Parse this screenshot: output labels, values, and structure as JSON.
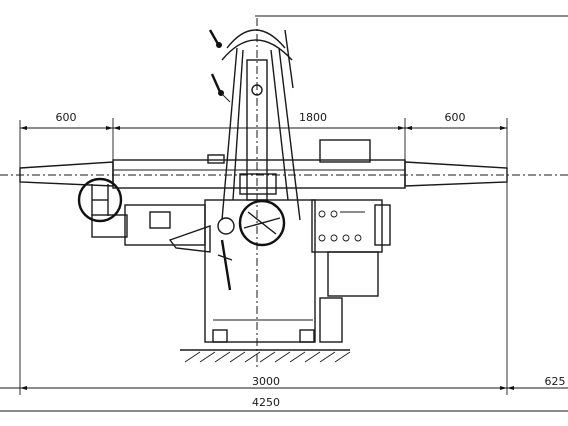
{
  "drawing": {
    "dimensions": {
      "left_extension": "600",
      "table_travel": "1800",
      "right_extension": "600",
      "base_length": "3000",
      "right_overhang": "625",
      "overall_length": "4250"
    }
  }
}
